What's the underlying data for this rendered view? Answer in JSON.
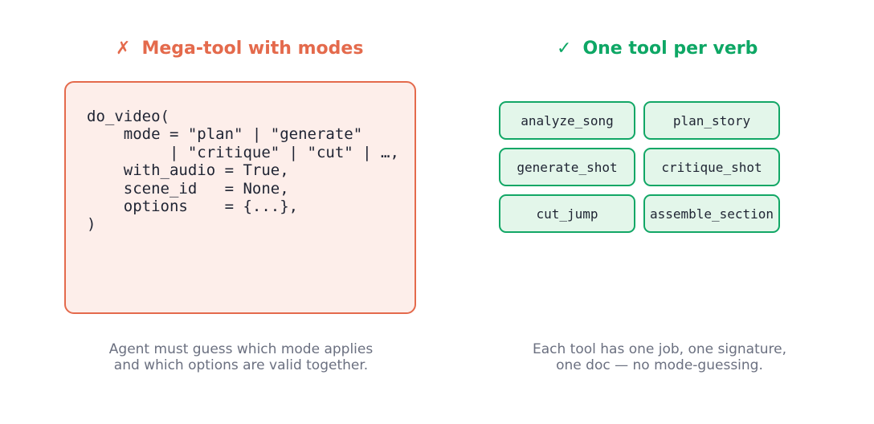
{
  "left_panel": {
    "mark": "✗",
    "title": "Mega-tool with modes",
    "code_lines": [
      "do_video(",
      "    mode = \"plan\" | \"generate\"",
      "         | \"critique\" | \"cut\" | …,",
      "    with_audio = True,",
      "    scene_id   = None,",
      "    options    = {...},",
      ")"
    ],
    "caption_lines": [
      "Agent must guess which mode applies",
      "and which options are valid together."
    ],
    "accent_color": "#e46a4c",
    "box_fill": "#fdeeea"
  },
  "right_panel": {
    "mark": "✓",
    "title": "One tool per verb",
    "tools": [
      "analyze_song",
      "plan_story",
      "generate_shot",
      "critique_shot",
      "cut_jump",
      "assemble_section"
    ],
    "caption_lines": [
      "Each tool has one job, one signature,",
      "one doc — no mode-guessing."
    ],
    "accent_color": "#12a766",
    "box_fill": "#e3f6ea"
  }
}
